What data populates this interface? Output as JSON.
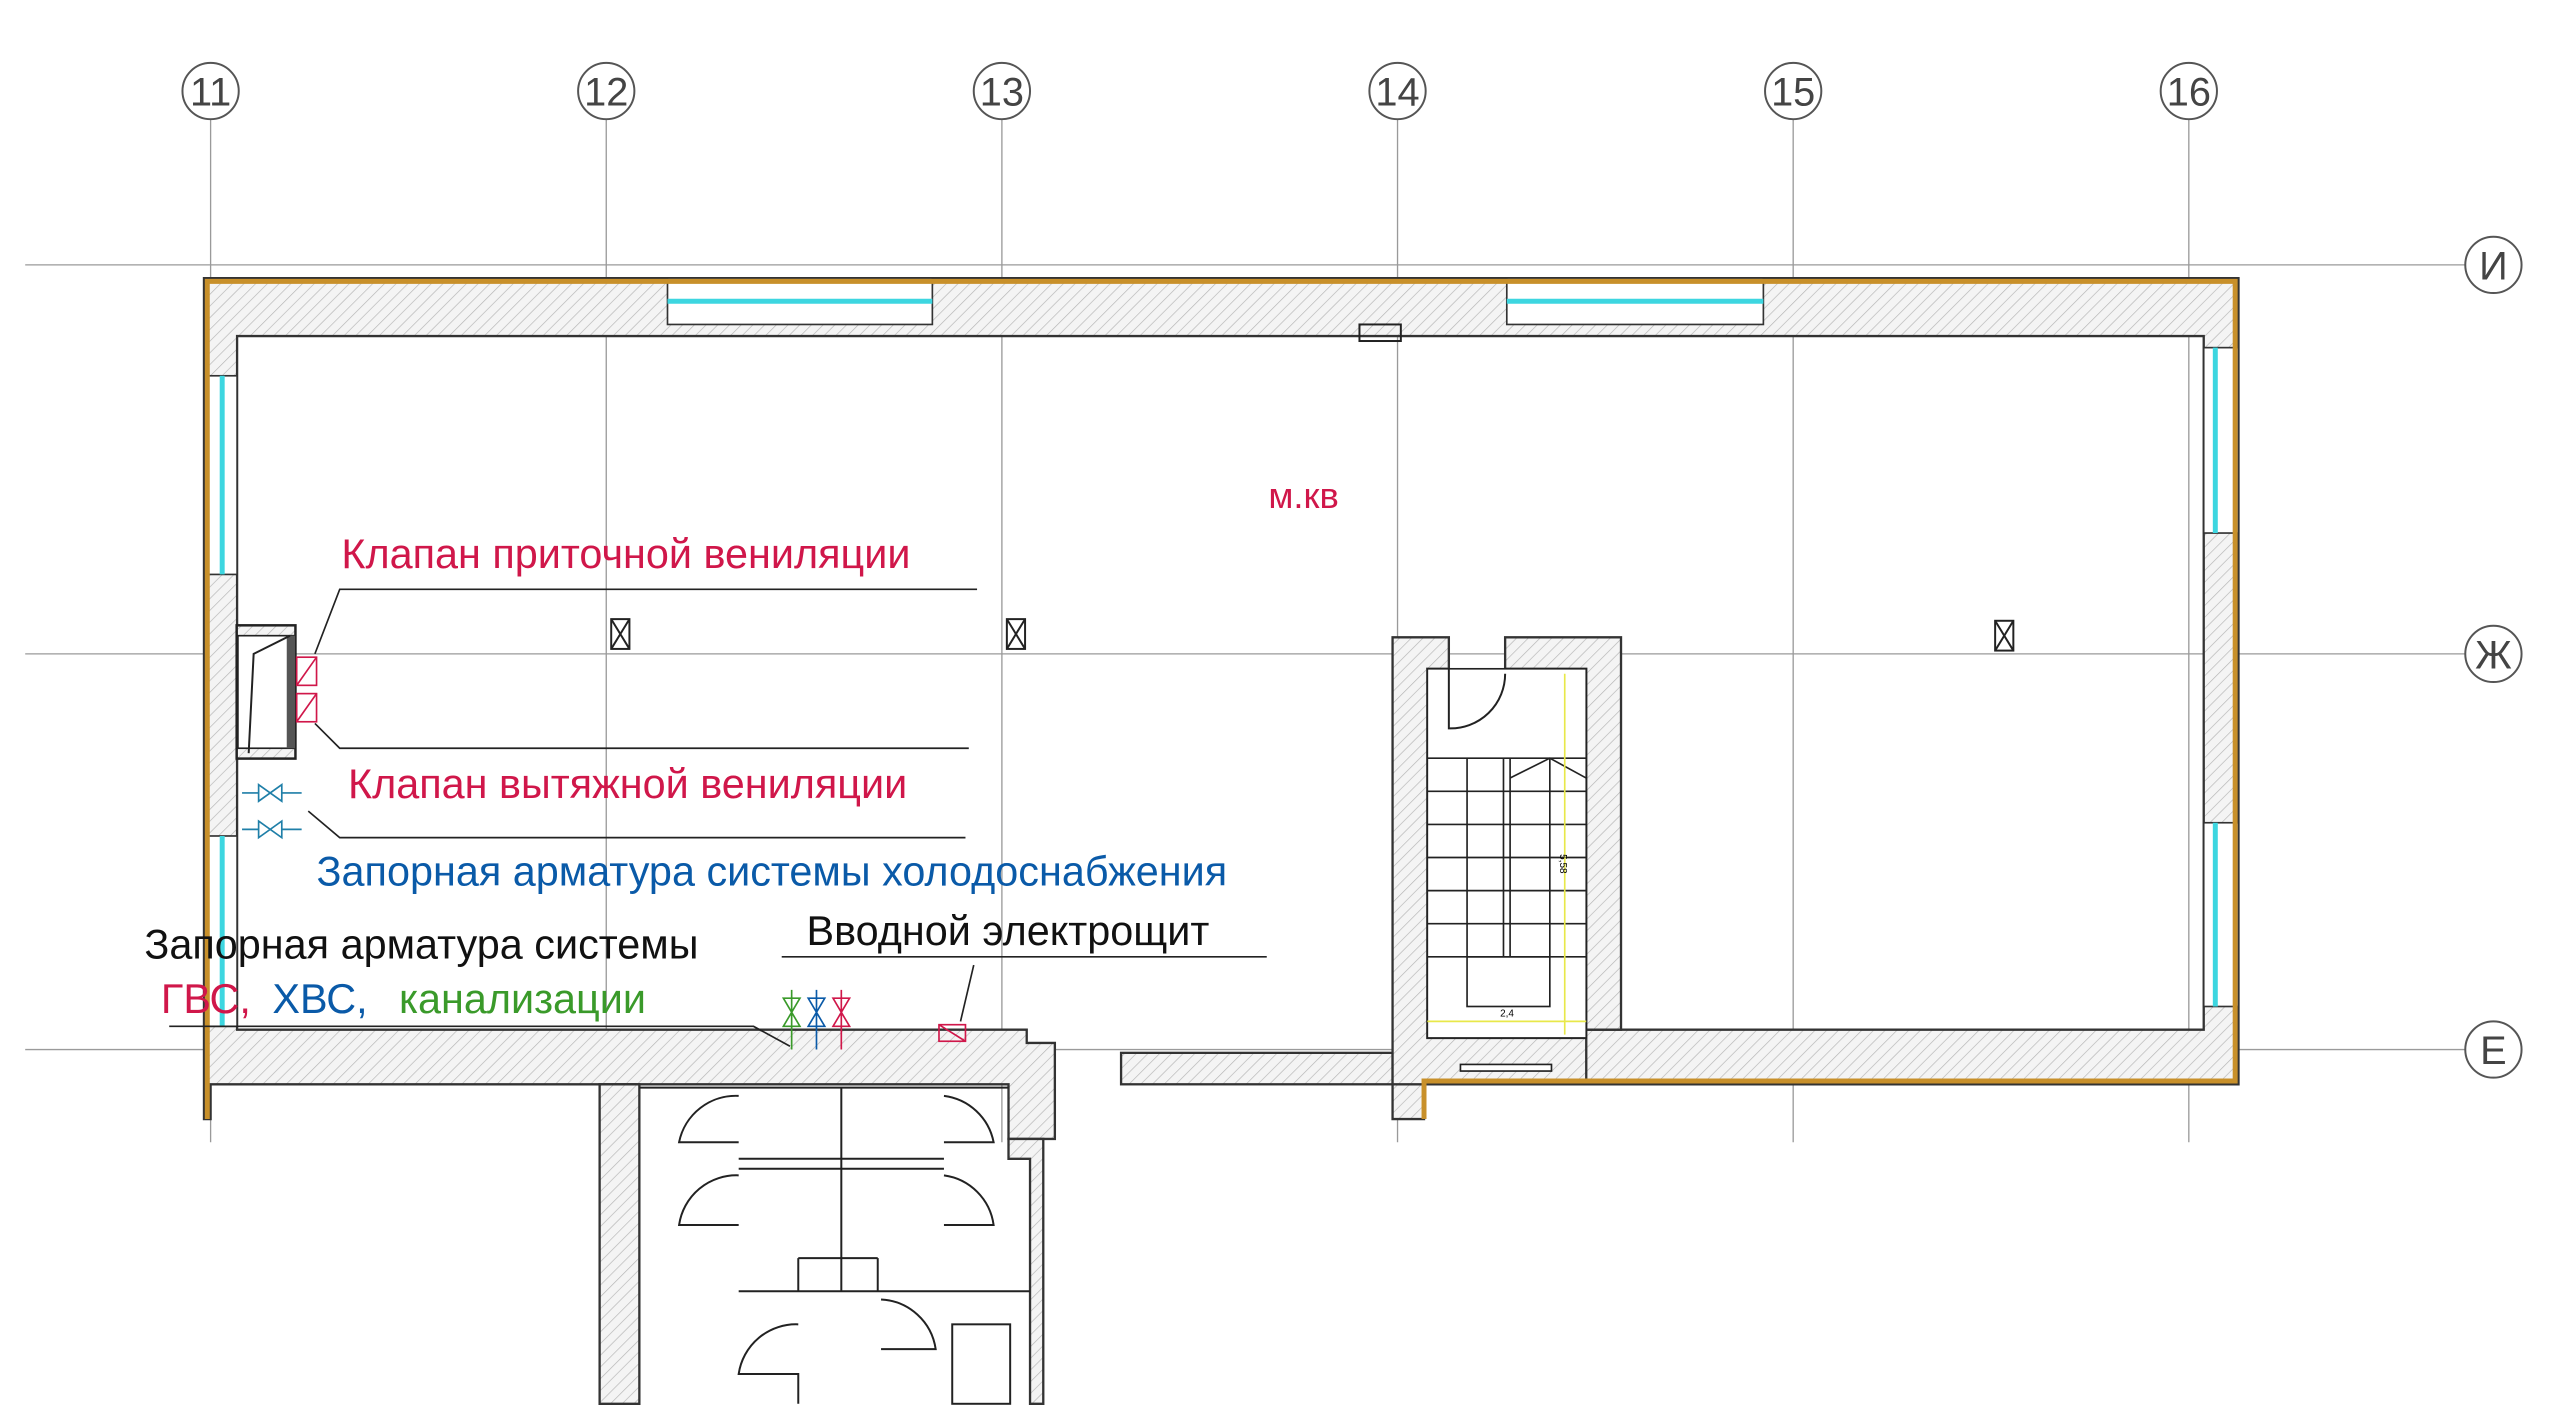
{
  "axes": {
    "columns": [
      "11",
      "12",
      "13",
      "14",
      "15",
      "16"
    ],
    "rows": [
      "И",
      "Ж",
      "Е"
    ]
  },
  "room_label": "м.кв",
  "labels": {
    "supply_valve": "Клапан приточной вениляции",
    "exhaust_valve": "Клапан вытяжной вениляции",
    "cooling_shutoff": "Запорная арматура системы холодоснабжения",
    "water_shutoff_line1": "Запорная арматура системы",
    "water_gvs": "ГВС,",
    "water_hvs": "ХВС,",
    "water_sewer": "канализации",
    "electric_panel": "Вводной электрощит"
  },
  "stair_dims": {
    "length": "5,58",
    "width": "2,4"
  },
  "colors": {
    "red": "#d0174a",
    "blue": "#0a5aa8",
    "green": "#3a9a2a",
    "black": "#111111",
    "window": "#3dd6e0",
    "facade": "#c8902a"
  }
}
